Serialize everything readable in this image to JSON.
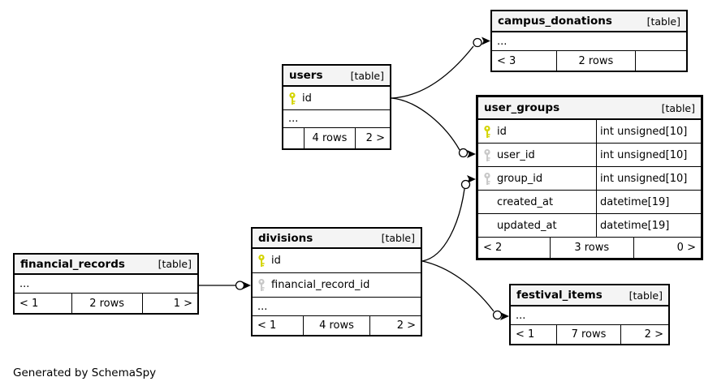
{
  "diagram": {
    "generator_note": "Generated by SchemaSpy"
  },
  "colors": {
    "primary_key": "#d4d400",
    "foreign_key": "#c8c8c8",
    "header_bg": "#f4f4f4",
    "border": "#000000"
  },
  "tables": [
    {
      "id": "campus_donations",
      "name": "campus_donations",
      "tag": "[table]",
      "columns": [
        {
          "name": "...",
          "type": "",
          "key": null
        }
      ],
      "footer": {
        "left": "< 3",
        "middle": "2 rows",
        "right": ""
      },
      "emphasized": false,
      "show_types": false
    },
    {
      "id": "users",
      "name": "users",
      "tag": "[table]",
      "columns": [
        {
          "name": "id",
          "type": "",
          "key": "pk"
        },
        {
          "name": "...",
          "type": "",
          "key": null
        }
      ],
      "footer": {
        "left": "",
        "middle": "4 rows",
        "right": "2 >"
      },
      "emphasized": false,
      "show_types": false
    },
    {
      "id": "user_groups",
      "name": "user_groups",
      "tag": "[table]",
      "columns": [
        {
          "name": "id",
          "type": "int unsigned[10]",
          "key": "pk"
        },
        {
          "name": "user_id",
          "type": "int unsigned[10]",
          "key": "fk"
        },
        {
          "name": "group_id",
          "type": "int unsigned[10]",
          "key": "fk"
        },
        {
          "name": "created_at",
          "type": "datetime[19]",
          "key": null
        },
        {
          "name": "updated_at",
          "type": "datetime[19]",
          "key": null
        }
      ],
      "footer": {
        "left": "< 2",
        "middle": "3 rows",
        "right": "0 >"
      },
      "emphasized": true,
      "show_types": true
    },
    {
      "id": "divisions",
      "name": "divisions",
      "tag": "[table]",
      "columns": [
        {
          "name": "id",
          "type": "",
          "key": "pk"
        },
        {
          "name": "financial_record_id",
          "type": "",
          "key": "fk"
        },
        {
          "name": "...",
          "type": "",
          "key": null
        }
      ],
      "footer": {
        "left": "< 1",
        "middle": "4 rows",
        "right": "2 >"
      },
      "emphasized": false,
      "show_types": false
    },
    {
      "id": "financial_records",
      "name": "financial_records",
      "tag": "[table]",
      "columns": [
        {
          "name": "...",
          "type": "",
          "key": null
        }
      ],
      "footer": {
        "left": "< 1",
        "middle": "2 rows",
        "right": "1 >"
      },
      "emphasized": false,
      "show_types": false
    },
    {
      "id": "festival_items",
      "name": "festival_items",
      "tag": "[table]",
      "columns": [
        {
          "name": "...",
          "type": "",
          "key": null
        }
      ],
      "footer": {
        "left": "< 1",
        "middle": "7 rows",
        "right": "2 >"
      },
      "emphasized": false,
      "show_types": false
    }
  ],
  "relationships": [
    {
      "from": "users.id",
      "to": "campus_donations"
    },
    {
      "from": "users.id",
      "to": "user_groups.user_id"
    },
    {
      "from": "divisions.id",
      "to": "user_groups.group_id"
    },
    {
      "from": "divisions.id",
      "to": "festival_items"
    },
    {
      "from": "financial_records",
      "to": "divisions.financial_record_id"
    }
  ]
}
